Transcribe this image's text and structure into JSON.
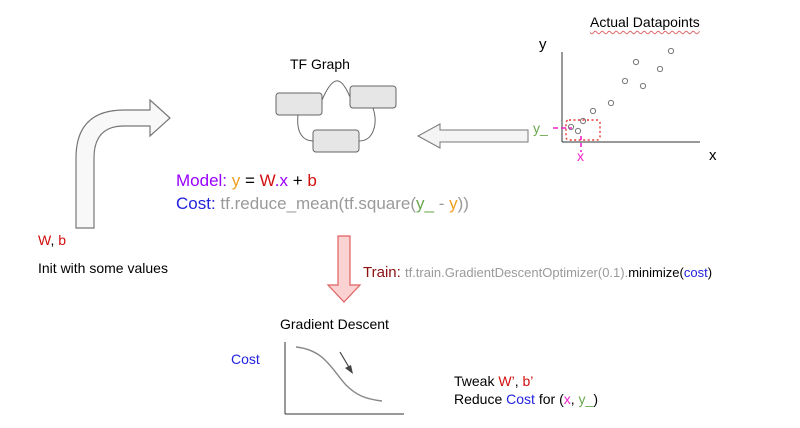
{
  "datapoints": {
    "title": "Actual Datapoints",
    "axis_y": "y",
    "axis_x": "x",
    "point_x_label": "x",
    "point_y_label": "y_"
  },
  "graph": {
    "title": "TF Graph"
  },
  "model": {
    "label": "Model:",
    "lhs": "y",
    "eq": "=",
    "w": "W",
    "dotx": ".x",
    "plus": "+",
    "b": "b"
  },
  "cost": {
    "label": "Cost:",
    "fn1": "tf.reduce_mean(",
    "fn2": "tf.square(",
    "y_": "y_",
    "minus": "-",
    "y": "y",
    "close": "))"
  },
  "init": {
    "vars_w": "W",
    "comma": ",",
    "vars_b": "b",
    "text": "Init with some values"
  },
  "train": {
    "label": "Train:",
    "fn": "tf.train.GradientDescentOptimizer(0.1).",
    "method": "minimize(",
    "arg": "cost",
    "close": ")"
  },
  "gradient": {
    "title": "Gradient Descent",
    "ylabel": "Cost"
  },
  "tweak": {
    "prefix": "Tweak",
    "w": "W’",
    "comma": ",",
    "b": "b’",
    "reduce": "Reduce",
    "cost": "Cost",
    "for": "for (",
    "x": "x",
    "sep": ",",
    "y_": "y_",
    "close": ")"
  },
  "colors": {
    "purple": "#9900ff",
    "red": "#d11010",
    "orange": "#f0a020",
    "blue": "#2222dd",
    "grey": "#9a9a9a",
    "green": "#6aa84f",
    "magenta": "#ee22cc"
  }
}
